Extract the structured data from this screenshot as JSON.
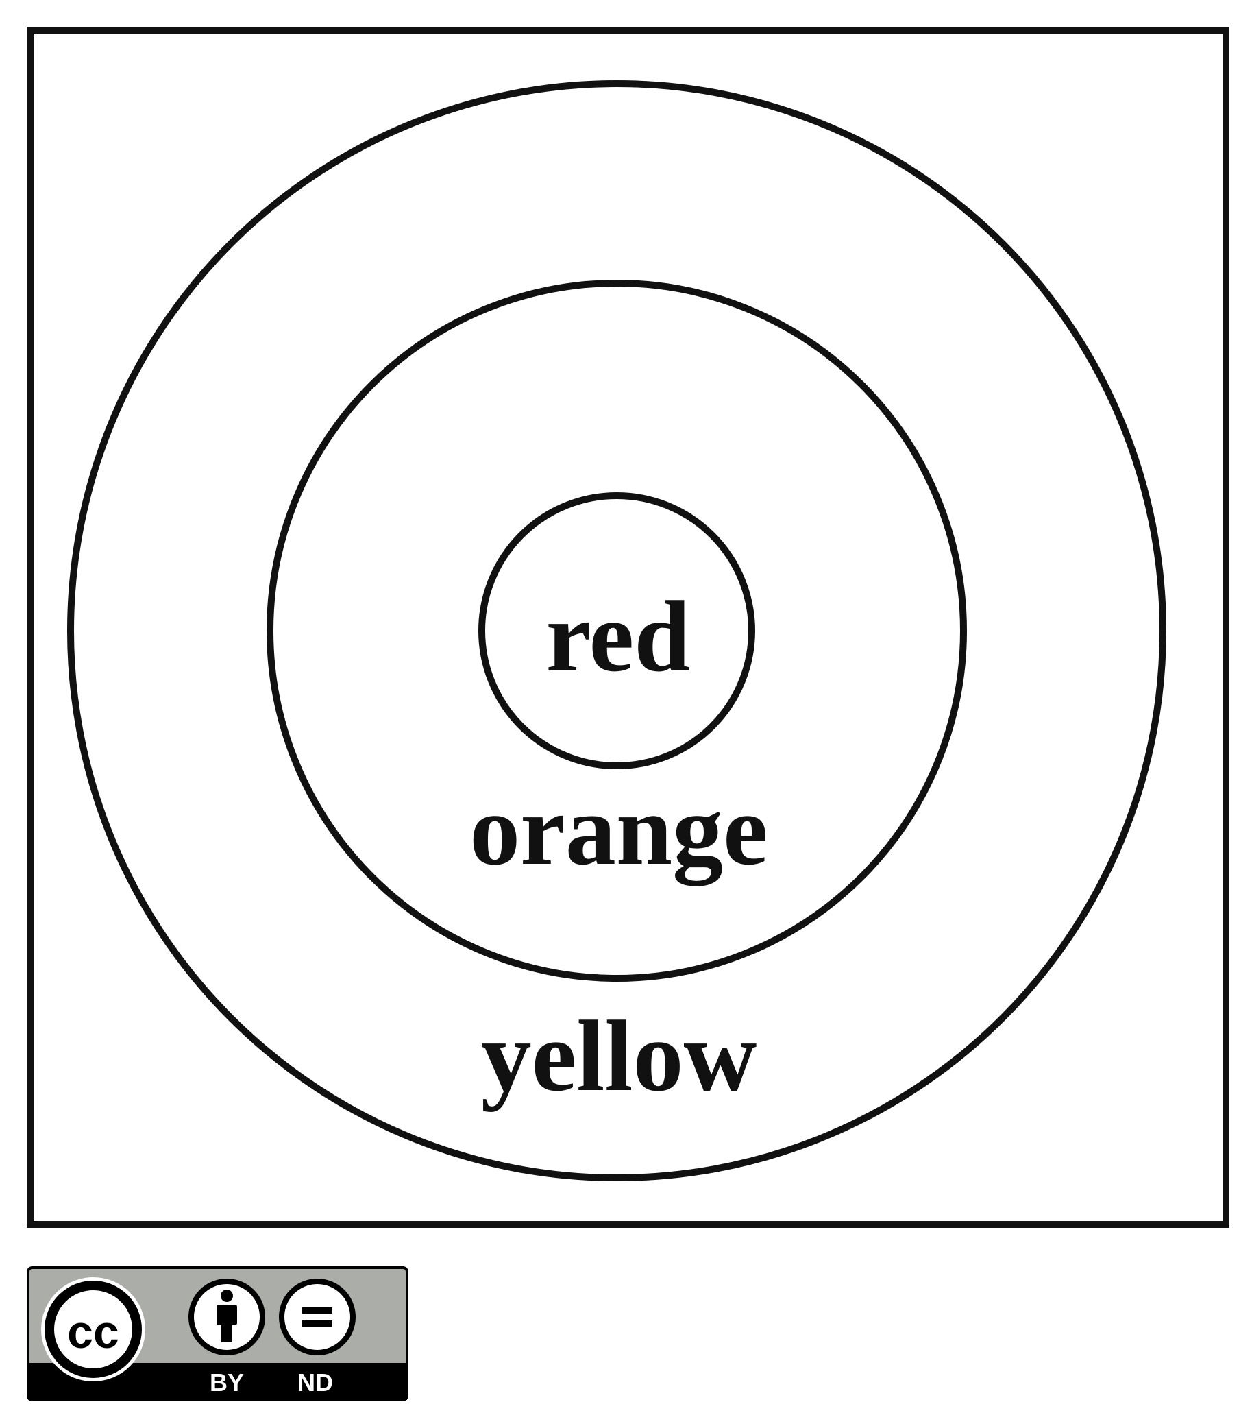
{
  "diagram": {
    "labels": {
      "inner": "red",
      "middle": "orange",
      "outer": "yellow"
    }
  },
  "license_badge": {
    "cc": "cc",
    "by": "BY",
    "nd": "ND",
    "icons": [
      "cc-icon",
      "attribution-person-icon",
      "no-derivatives-equals-icon"
    ],
    "colors": {
      "background": "#abada8",
      "bottom_band": "#000000",
      "icon_fill": "#ffffff",
      "icon_stroke": "#000000"
    }
  }
}
